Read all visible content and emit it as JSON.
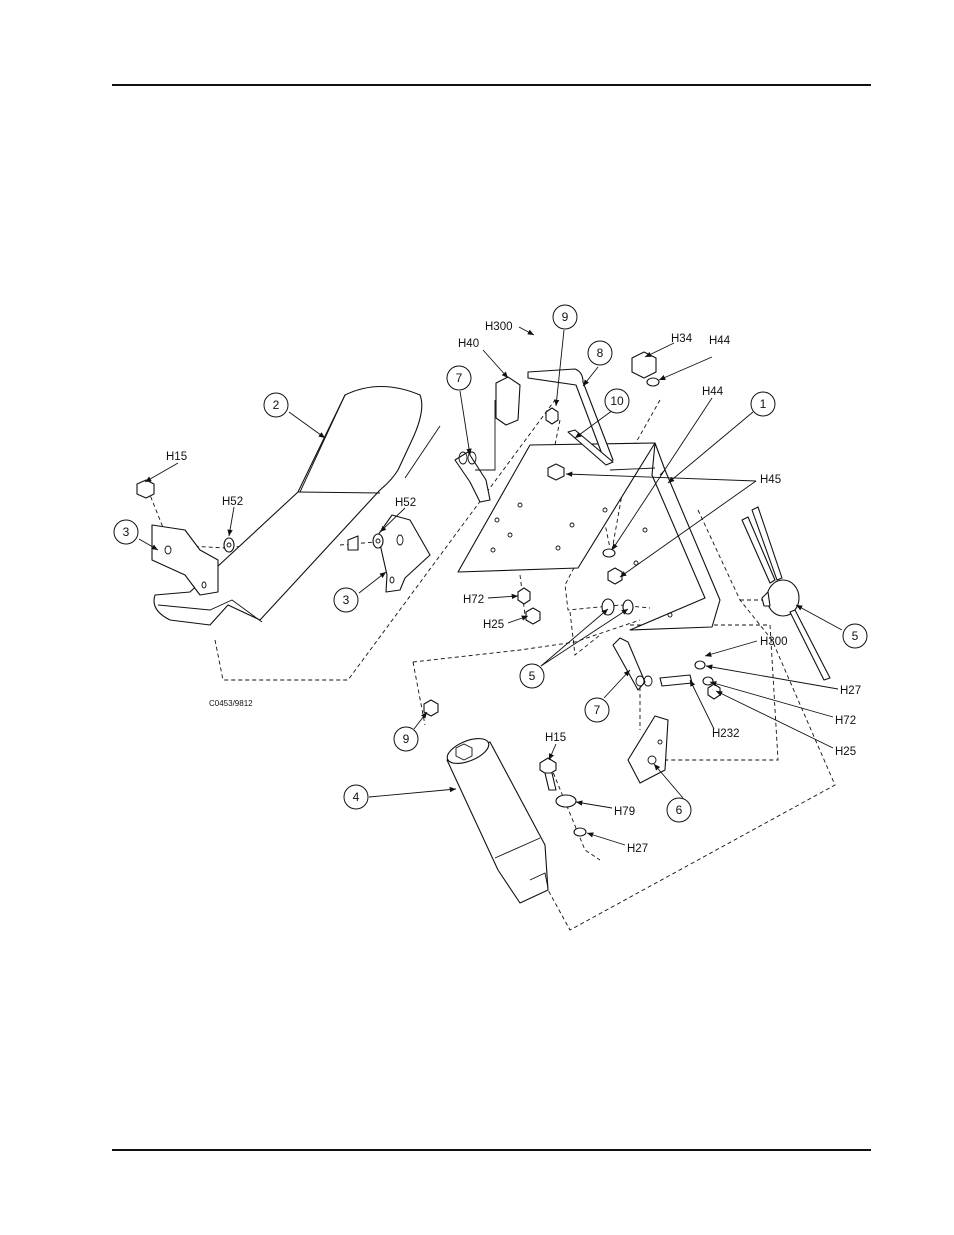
{
  "drawing_code": "C0453/9812",
  "item_numbers": [
    "1",
    "2",
    "3",
    "3",
    "4",
    "5",
    "5",
    "6",
    "7",
    "7",
    "8",
    "9",
    "9",
    "10"
  ],
  "hardware_labels": [
    "H300",
    "H40",
    "H34",
    "H44",
    "H44",
    "H45",
    "H15",
    "H52",
    "H52",
    "H72",
    "H25",
    "H300",
    "H27",
    "H72",
    "H25",
    "H232",
    "H15",
    "H79",
    "H27"
  ]
}
